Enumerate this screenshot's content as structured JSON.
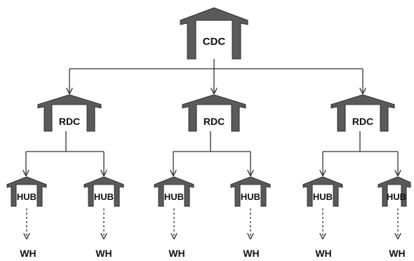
{
  "diagram": {
    "root": {
      "label": "CDC"
    },
    "regional": [
      {
        "label": "RDC",
        "hubs": [
          {
            "label": "HUB",
            "leaf": "WH"
          },
          {
            "label": "HUB",
            "leaf": "WH"
          }
        ]
      },
      {
        "label": "RDC",
        "hubs": [
          {
            "label": "HUB",
            "leaf": "WH"
          },
          {
            "label": "HUB",
            "leaf": "WH"
          }
        ]
      },
      {
        "label": "RDC",
        "hubs": [
          {
            "label": "HUB",
            "leaf": "WH"
          },
          {
            "label": "HUB",
            "leaf": "WH"
          }
        ]
      }
    ],
    "colors": {
      "building": "#5a5a5a",
      "line": "#333333",
      "text": "#111111"
    }
  }
}
